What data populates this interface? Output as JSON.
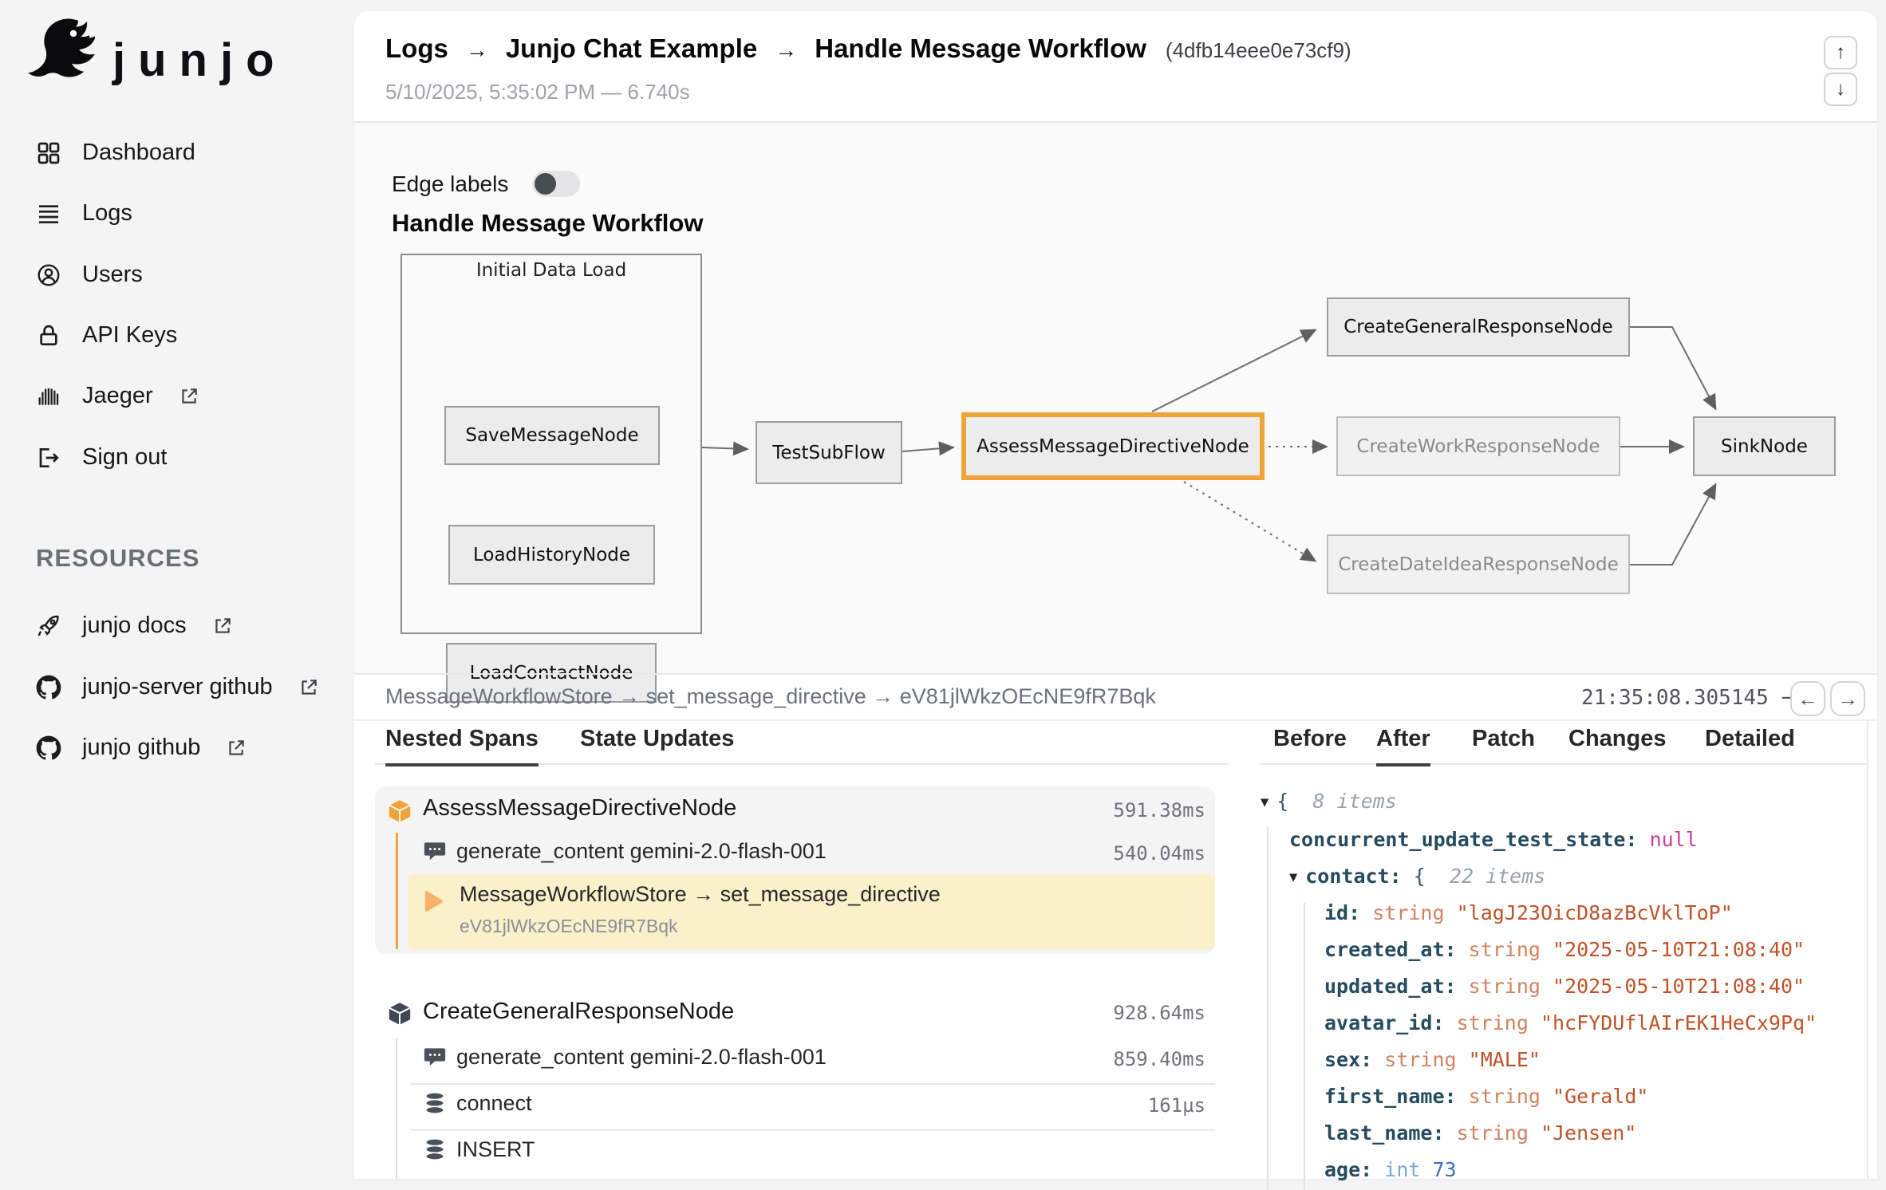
{
  "sidebar": {
    "brand": "junjo",
    "items": [
      {
        "label": "Dashboard"
      },
      {
        "label": "Logs"
      },
      {
        "label": "Users"
      },
      {
        "label": "API Keys"
      },
      {
        "label": "Jaeger"
      },
      {
        "label": "Sign out"
      }
    ],
    "resources_heading": "RESOURCES",
    "resources": [
      {
        "label": "junjo docs"
      },
      {
        "label": "junjo-server github"
      },
      {
        "label": "junjo github"
      }
    ]
  },
  "header": {
    "breadcrumb": {
      "logs": "Logs",
      "app": "Junjo Chat Example",
      "workflow": "Handle Message Workflow",
      "id": "(4dfb14eee0e73cf9)",
      "separator": "→"
    },
    "subtitle": "5/10/2025, 5:35:02 PM — 6.740s",
    "scroll_up": "↑",
    "scroll_down": "↓"
  },
  "graph": {
    "edge_labels": "Edge labels",
    "title": "Handle Message Workflow",
    "group": "Initial Data Load",
    "accent_color": "#f0a337",
    "nodes": {
      "save": "SaveMessageNode",
      "history": "LoadHistoryNode",
      "contact": "LoadContactNode",
      "subflow": "TestSubFlow",
      "assess": "AssessMessageDirectiveNode",
      "general": "CreateGeneralResponseNode",
      "work": "CreateWorkResponseNode",
      "dateidea": "CreateDateIdeaResponseNode",
      "sink": "SinkNode"
    }
  },
  "store_bar": {
    "path": "MessageWorkflowStore → set_message_directive → eV81jlWkzOEcNE9fR7Bqk",
    "time": "21:35:08.305145 −",
    "prev": "←",
    "next": "→"
  },
  "span_panel": {
    "tabs": [
      {
        "label": "Nested Spans"
      },
      {
        "label": "State Updates"
      }
    ],
    "cards": [
      {
        "title": "AssessMessageDirectiveNode",
        "duration": "591.38ms",
        "children": [
          {
            "label": "generate_content gemini-2.0-flash-001",
            "duration": "540.04ms"
          },
          {
            "label": "MessageWorkflowStore → set_message_directive",
            "sub": "eV81jlWkzOEcNE9fR7Bqk"
          }
        ]
      },
      {
        "title": "CreateGeneralResponseNode",
        "duration": "928.64ms",
        "children": [
          {
            "label": "generate_content gemini-2.0-flash-001",
            "duration": "859.40ms"
          },
          {
            "label": "connect",
            "duration": "161µs"
          },
          {
            "label": "INSERT",
            "duration": ""
          }
        ]
      }
    ]
  },
  "state_panel": {
    "tabs": [
      {
        "label": "Before"
      },
      {
        "label": "After"
      },
      {
        "label": "Patch"
      },
      {
        "label": "Changes"
      },
      {
        "label": "Detailed"
      }
    ],
    "tree": {
      "caret": "▼",
      "root_brace": "{",
      "root_items": "8 items",
      "null_key": "concurrent_update_test_state:",
      "null_value": "null",
      "contact_key": "contact:",
      "contact_brace": "{",
      "contact_items": "22 items",
      "fields": [
        {
          "key": "id:",
          "type": "string",
          "value": "\"lagJ23OicD8azBcVklToP\""
        },
        {
          "key": "created_at:",
          "type": "string",
          "value": "\"2025-05-10T21:08:40\""
        },
        {
          "key": "updated_at:",
          "type": "string",
          "value": "\"2025-05-10T21:08:40\""
        },
        {
          "key": "avatar_id:",
          "type": "string",
          "value": "\"hcFYDUflAIrEK1HeCx9Pq\""
        },
        {
          "key": "sex:",
          "type": "string",
          "value": "\"MALE\""
        },
        {
          "key": "first_name:",
          "type": "string",
          "value": "\"Gerald\""
        },
        {
          "key": "last_name:",
          "type": "string",
          "value": "\"Jensen\""
        },
        {
          "key": "age:",
          "type": "int",
          "value": "73"
        }
      ]
    }
  }
}
